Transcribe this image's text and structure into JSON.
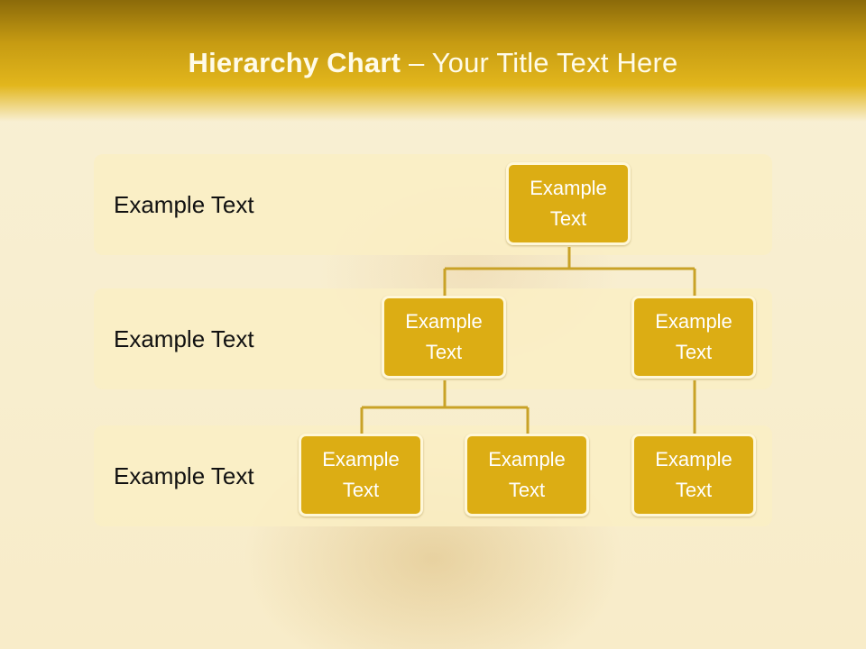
{
  "title": {
    "bold": "Hierarchy Chart",
    "rest": " – Your Title Text Here"
  },
  "levels": [
    {
      "label": "Example Text"
    },
    {
      "label": "Example Text"
    },
    {
      "label": "Example Text"
    }
  ],
  "nodes": {
    "root": "Example\nText",
    "level2_left": "Example\nText",
    "level2_right": "Example\nText",
    "level3_a": "Example\nText",
    "level3_b": "Example\nText",
    "level3_c": "Example\nText"
  },
  "colors": {
    "node_fill": "#dcad14",
    "connector": "#c9a227",
    "title_bar": "#c69b12"
  }
}
